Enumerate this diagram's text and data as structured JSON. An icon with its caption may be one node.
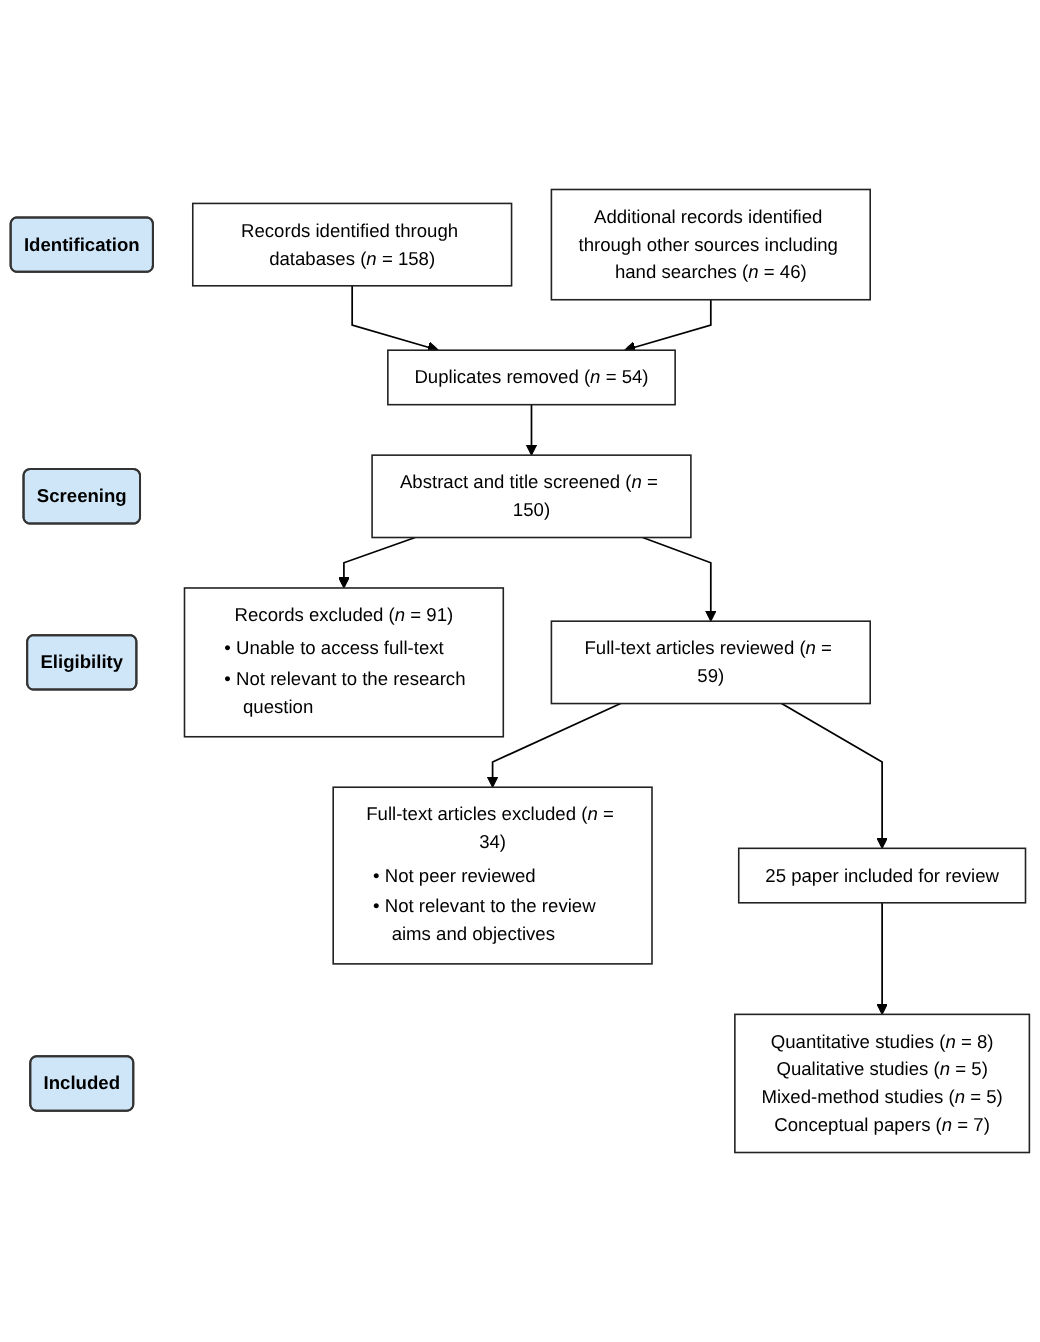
{
  "diagram": {
    "nodes": [
      {
        "text": [
          "Identification"
        ]
      },
      {
        "text": [
          "Records identified through databases (*n* = 158)"
        ]
      },
      {
        "text": [
          "Additional records identified through other sources including hand searches (*n* = 46)"
        ]
      },
      {
        "text": [
          "Duplicates removed (*n* = 54)"
        ]
      },
      {
        "text": [
          "Screening"
        ]
      },
      {
        "text": [
          "Records excluded (*n* = 91)",
          "• Unable to access full-text",
          "• Not relevant to the research question"
        ]
      },
      {
        "text": [
          "Abstract and title screened (*n* = 150)"
        ]
      },
      {
        "text": [
          "Eligibility"
        ]
      },
      {
        "text": [
          "Full-text articles reviewed (*n* = 59)"
        ]
      },
      {
        "text": [
          "Full-text articles excluded (*n* = 34)",
          "• Not peer reviewed",
          "• Not relevant to the review aims and objectives"
        ]
      },
      {
        "text": [
          "25 paper included for review"
        ]
      },
      {
        "text": [
          "Included"
        ]
      },
      {
        "text": [
          "Quantitative studies (*n* = 8)",
          "Qualitative studies (*n* = 5)",
          "Mixed-method studies (*n* = 5)",
          "Conceptual papers (*n* = 7)"
        ]
      }
    ],
    "edges": [
      {
        "from": 1,
        "to": 3,
        "arrow": "to"
      },
      {
        "from": 2,
        "to": 3,
        "arrow": "to"
      },
      {
        "from": 3,
        "to": 6,
        "arrow": "to"
      },
      {
        "from": 6,
        "to": 5,
        "arrow": "to"
      },
      {
        "from": 6,
        "to": 8,
        "arrow": "to"
      },
      {
        "from": 8,
        "to": 9,
        "arrow": "to"
      },
      {
        "from": 8,
        "to": 10,
        "arrow": "to"
      },
      {
        "from": 10,
        "to": 12,
        "arrow": "to"
      }
    ]
  }
}
